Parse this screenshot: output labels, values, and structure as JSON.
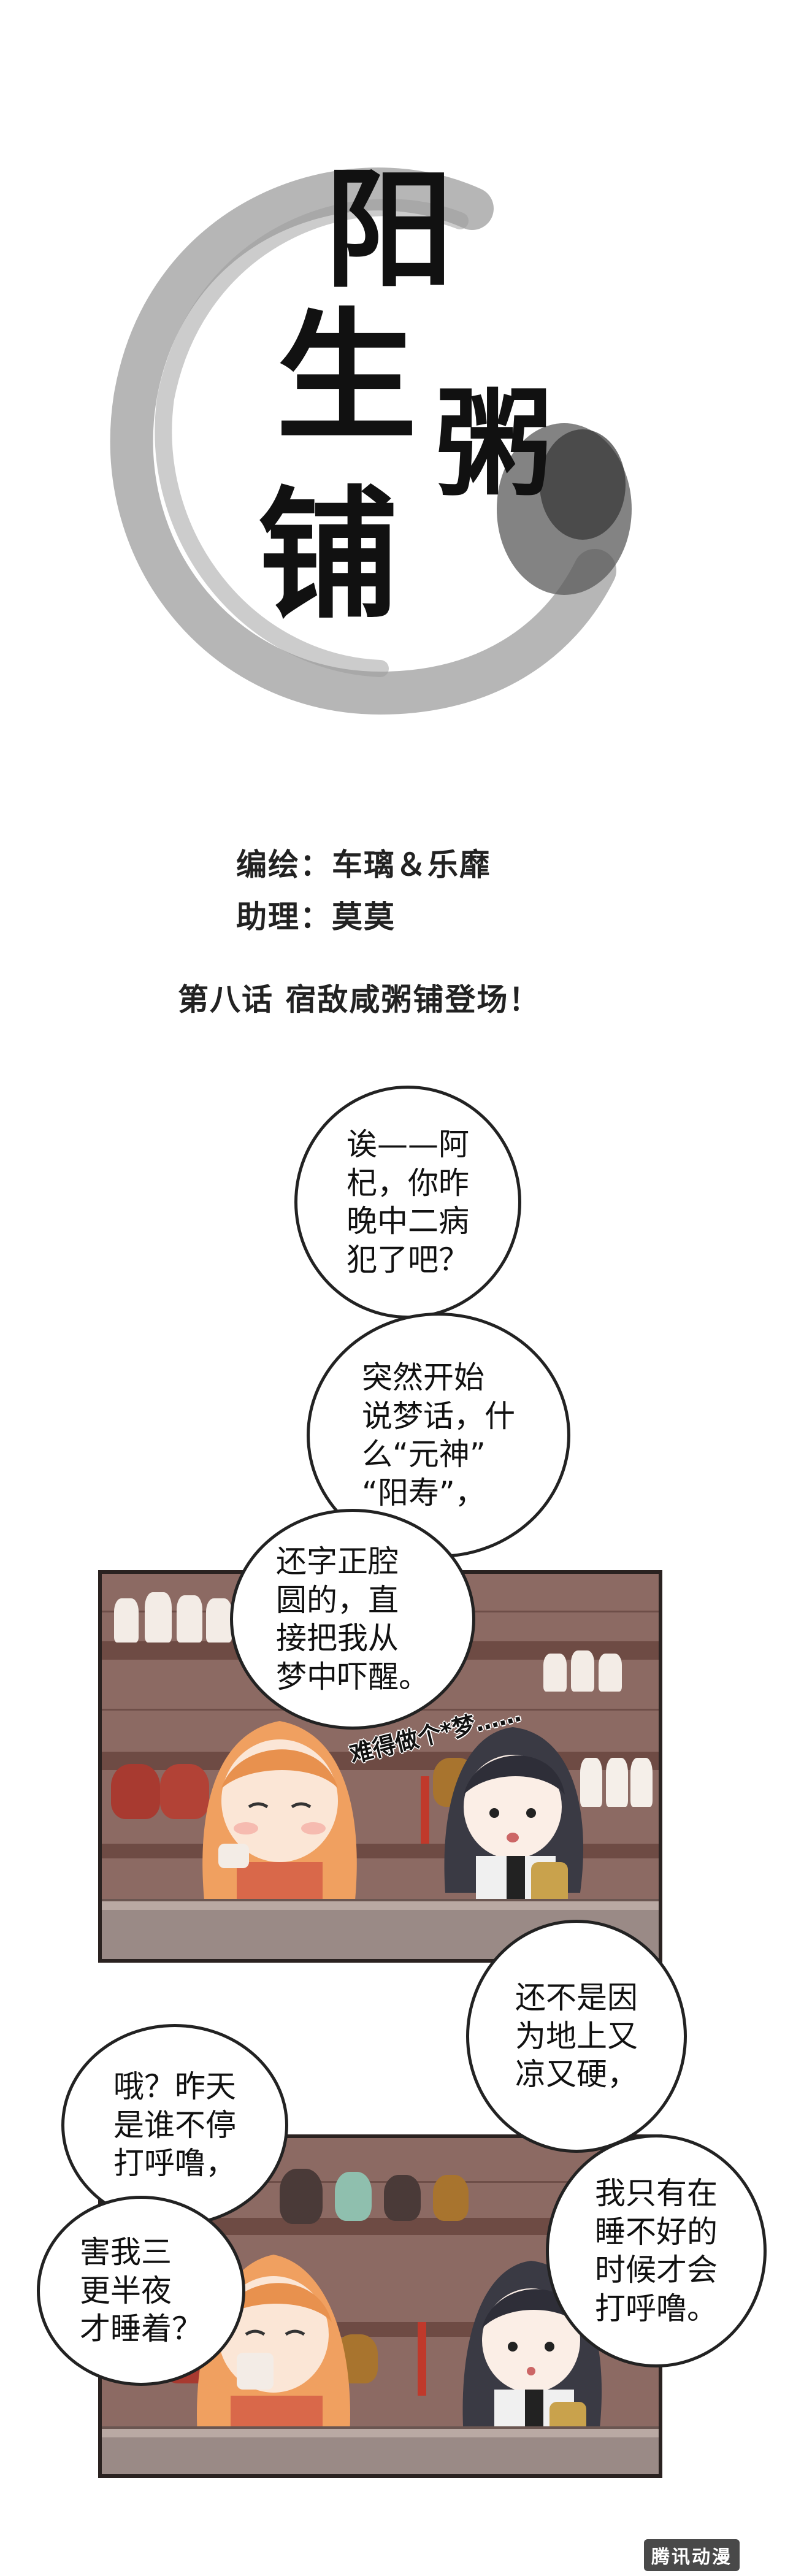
{
  "title": {
    "chars": [
      "阳",
      "生",
      "粥",
      "铺"
    ]
  },
  "credits": {
    "art": "编绘：车璃＆乐靡",
    "assistant": "助理：莫莫",
    "chapter": "第八话 宿敌咸粥铺登场！"
  },
  "bubbles": [
    {
      "text": "诶——阿\n杞，你昨\n晚中二病\n犯了吧？"
    },
    {
      "text": "突然开始\n说梦话，什\n么“元神”\n“阳寿”，"
    },
    {
      "text": "还字正腔\n圆的，直\n接把我从\n梦中吓醒。"
    },
    {
      "text": "哦？昨天\n是谁不停\n打呼噜，"
    },
    {
      "text": "害我三\n更半夜\n才睡着？"
    },
    {
      "text": "还不是因\n为地上又\n凉又硬，"
    },
    {
      "text": "我只有在\n睡不好的\n时候才会\n打呼噜。"
    }
  ],
  "sfx": {
    "text": "难得做个*梦……"
  },
  "watermark": {
    "text": "腾讯动漫"
  },
  "colors": {
    "panel_wall": "#8c6a63",
    "shelf": "#6e4b44",
    "counter": "#9a8a86",
    "hair_orange": "#f0a060",
    "hair_dark": "#3a3a44"
  }
}
